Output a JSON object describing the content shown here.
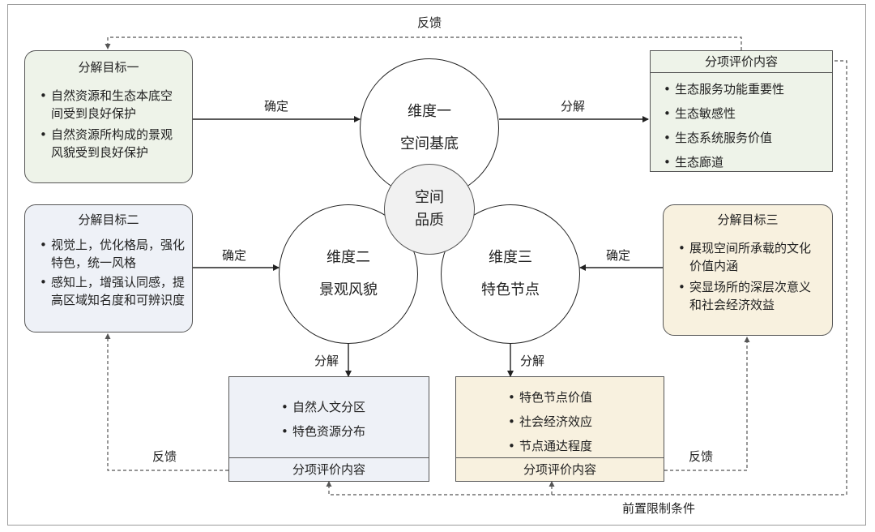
{
  "feedback_top": "反馈",
  "feedback_bottom_left": "反馈",
  "feedback_bottom_right": "反馈",
  "precondition_label": "前置限制条件",
  "goal_one": {
    "title": "分解目标一",
    "items": [
      "自然资源和生态本底空间受到良好保护",
      "自然资源所构成的景观风貌受到良好保护"
    ],
    "bg": "#eef3e9"
  },
  "goal_two": {
    "title": "分解目标二",
    "items": [
      "视觉上，优化格局，强化特色，统一风格",
      "感知上，增强认同感，提高区域知名度和可辨识度"
    ],
    "bg": "#eef1f7"
  },
  "goal_three": {
    "title": "分解目标三",
    "items": [
      "展现空间所承载的文化价值内涵",
      "突显场所的深层次意义和社会经济效益"
    ],
    "bg": "#f8f1df"
  },
  "dim_one": {
    "title": "维度一",
    "sub": "空间基底"
  },
  "dim_two": {
    "title": "维度二",
    "sub": "景观风貌"
  },
  "dim_three": {
    "title": "维度三",
    "sub": "特色节点"
  },
  "center": {
    "line1": "空间",
    "line2": "品质"
  },
  "eval_one": {
    "header": "分项评价内容",
    "items": [
      "生态服务功能重要性",
      "生态敏感性",
      "生态系统服务价值",
      "生态廊道"
    ],
    "bg": "#eef3e9"
  },
  "eval_two": {
    "footer": "分项评价内容",
    "items": [
      "自然人文分区",
      "特色资源分布"
    ],
    "bg": "#eef1f7"
  },
  "eval_three": {
    "footer": "分项评价内容",
    "items": [
      "特色节点价值",
      "社会经济效应",
      "节点通达程度"
    ],
    "bg": "#f8f1df"
  },
  "arrow_labels": {
    "determine_one": "确定",
    "decompose_one": "分解",
    "determine_two": "确定",
    "determine_three": "确定",
    "decompose_two": "分解",
    "decompose_three": "分解"
  }
}
